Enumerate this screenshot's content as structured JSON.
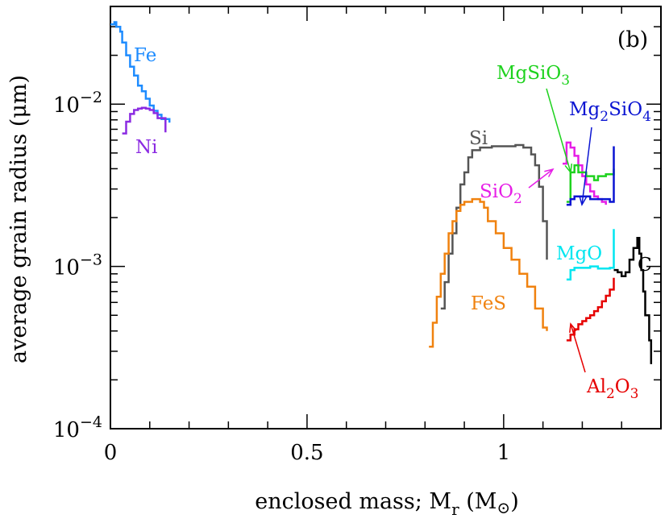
{
  "chart_data": {
    "type": "line",
    "panel_label": "(b)",
    "xlabel": "enclosed mass; M_r (M_⊙)",
    "ylabel": "average grain radius (μm)",
    "xlim": [
      0,
      1.4
    ],
    "ylim": [
      0.0001,
      0.04
    ],
    "y_scale": "log",
    "x_ticks": [
      0,
      0.5,
      1
    ],
    "x_tick_labels": [
      "0",
      "0.5",
      "1"
    ],
    "y_ticks": [
      0.0001,
      0.001,
      0.01
    ],
    "y_tick_labels": [
      {
        "base": "10",
        "exp": "−4"
      },
      {
        "base": "10",
        "exp": "−3"
      },
      {
        "base": "10",
        "exp": "−2"
      }
    ],
    "series": [
      {
        "name": "Fe",
        "color": "#1e8cff",
        "points": [
          [
            0.0,
            0.031
          ],
          [
            0.01,
            0.032
          ],
          [
            0.015,
            0.03
          ],
          [
            0.025,
            0.028
          ],
          [
            0.03,
            0.024
          ],
          [
            0.04,
            0.02
          ],
          [
            0.05,
            0.017
          ],
          [
            0.06,
            0.015
          ],
          [
            0.07,
            0.013
          ],
          [
            0.08,
            0.012
          ],
          [
            0.09,
            0.0108
          ],
          [
            0.1,
            0.0098
          ],
          [
            0.11,
            0.0091
          ],
          [
            0.12,
            0.0086
          ],
          [
            0.13,
            0.0081
          ],
          [
            0.15,
            0.0077
          ]
        ]
      },
      {
        "name": "Ni",
        "color": "#8b2be2",
        "points": [
          [
            0.03,
            0.0066
          ],
          [
            0.04,
            0.0078
          ],
          [
            0.05,
            0.0087
          ],
          [
            0.06,
            0.0092
          ],
          [
            0.07,
            0.0094
          ],
          [
            0.08,
            0.0095
          ],
          [
            0.09,
            0.0094
          ],
          [
            0.1,
            0.0092
          ],
          [
            0.11,
            0.0088
          ],
          [
            0.12,
            0.0082
          ],
          [
            0.14,
            0.0067
          ]
        ]
      },
      {
        "name": "Si",
        "color": "#555555",
        "points": [
          [
            0.84,
            0.00055
          ],
          [
            0.85,
            0.0008
          ],
          [
            0.86,
            0.0012
          ],
          [
            0.87,
            0.0016
          ],
          [
            0.88,
            0.0023
          ],
          [
            0.89,
            0.0032
          ],
          [
            0.9,
            0.0038
          ],
          [
            0.91,
            0.0047
          ],
          [
            0.92,
            0.0052
          ],
          [
            0.94,
            0.0054
          ],
          [
            0.97,
            0.0055
          ],
          [
            1.0,
            0.0055
          ],
          [
            1.03,
            0.0056
          ],
          [
            1.05,
            0.0054
          ],
          [
            1.07,
            0.0049
          ],
          [
            1.08,
            0.0042
          ],
          [
            1.09,
            0.0031
          ],
          [
            1.1,
            0.0019
          ],
          [
            1.11,
            0.0011
          ]
        ]
      },
      {
        "name": "FeS",
        "color": "#f0820f",
        "points": [
          [
            0.81,
            0.00032
          ],
          [
            0.82,
            0.00045
          ],
          [
            0.83,
            0.00065
          ],
          [
            0.84,
            0.0009
          ],
          [
            0.85,
            0.0012
          ],
          [
            0.86,
            0.0016
          ],
          [
            0.87,
            0.0019
          ],
          [
            0.88,
            0.0022
          ],
          [
            0.89,
            0.0024
          ],
          [
            0.9,
            0.0025
          ],
          [
            0.92,
            0.0026
          ],
          [
            0.94,
            0.0025
          ],
          [
            0.95,
            0.0023
          ],
          [
            0.96,
            0.0019
          ],
          [
            0.98,
            0.0016
          ],
          [
            1.0,
            0.0013
          ],
          [
            1.02,
            0.0011
          ],
          [
            1.04,
            0.0009
          ],
          [
            1.06,
            0.00075
          ],
          [
            1.08,
            0.00055
          ],
          [
            1.1,
            0.00042
          ],
          [
            1.11,
            0.0004
          ]
        ]
      },
      {
        "name": "SiO2",
        "label_parts": [
          {
            "t": "SiO"
          },
          {
            "t": "2",
            "sub": true
          }
        ],
        "color": "#e61ee6",
        "points": [
          [
            1.15,
            0.0043
          ],
          [
            1.16,
            0.0058
          ],
          [
            1.17,
            0.0054
          ],
          [
            1.18,
            0.0048
          ],
          [
            1.19,
            0.0042
          ],
          [
            1.2,
            0.0036
          ],
          [
            1.21,
            0.0032
          ],
          [
            1.22,
            0.0029
          ],
          [
            1.23,
            0.0027
          ],
          [
            1.24,
            0.0026
          ],
          [
            1.25,
            0.0025
          ],
          [
            1.26,
            0.0024
          ]
        ]
      },
      {
        "name": "MgSiO3",
        "label_parts": [
          {
            "t": "MgSiO"
          },
          {
            "t": "3",
            "sub": true
          }
        ],
        "color": "#1ed21e",
        "points": [
          [
            1.16,
            0.0025
          ],
          [
            1.17,
            0.0038
          ],
          [
            1.18,
            0.0042
          ],
          [
            1.19,
            0.0038
          ],
          [
            1.21,
            0.0036
          ],
          [
            1.23,
            0.0034
          ],
          [
            1.24,
            0.0036
          ],
          [
            1.26,
            0.0037
          ],
          [
            1.28,
            0.004
          ]
        ]
      },
      {
        "name": "Mg2SiO4",
        "label_parts": [
          {
            "t": "Mg"
          },
          {
            "t": "2",
            "sub": true
          },
          {
            "t": "SiO"
          },
          {
            "t": "4",
            "sub": true
          }
        ],
        "color": "#0a14d2",
        "points": [
          [
            1.16,
            0.0024
          ],
          [
            1.17,
            0.0026
          ],
          [
            1.18,
            0.0027
          ],
          [
            1.2,
            0.0027
          ],
          [
            1.22,
            0.0026
          ],
          [
            1.24,
            0.0026
          ],
          [
            1.26,
            0.0026
          ],
          [
            1.27,
            0.0025
          ],
          [
            1.28,
            0.0055
          ]
        ]
      },
      {
        "name": "MgO",
        "color": "#00e6f0",
        "points": [
          [
            1.16,
            0.00083
          ],
          [
            1.17,
            0.00095
          ],
          [
            1.18,
            0.00098
          ],
          [
            1.2,
            0.00098
          ],
          [
            1.22,
            0.001
          ],
          [
            1.24,
            0.00097
          ],
          [
            1.26,
            0.00097
          ],
          [
            1.27,
            0.00098
          ],
          [
            1.28,
            0.0017
          ]
        ]
      },
      {
        "name": "Al2O3",
        "label_parts": [
          {
            "t": "Al"
          },
          {
            "t": "2",
            "sub": true
          },
          {
            "t": "O"
          },
          {
            "t": "3",
            "sub": true
          }
        ],
        "color": "#e60000",
        "points": [
          [
            1.16,
            0.00035
          ],
          [
            1.17,
            0.00038
          ],
          [
            1.18,
            0.00041
          ],
          [
            1.19,
            0.00044
          ],
          [
            1.2,
            0.00046
          ],
          [
            1.21,
            0.00048
          ],
          [
            1.22,
            0.0005
          ],
          [
            1.23,
            0.00053
          ],
          [
            1.24,
            0.00056
          ],
          [
            1.25,
            0.00061
          ],
          [
            1.26,
            0.00066
          ],
          [
            1.27,
            0.00072
          ],
          [
            1.28,
            0.00085
          ]
        ]
      },
      {
        "name": "C",
        "color": "#000000",
        "points": [
          [
            1.28,
            0.00095
          ],
          [
            1.29,
            0.00092
          ],
          [
            1.3,
            0.00087
          ],
          [
            1.31,
            0.00092
          ],
          [
            1.32,
            0.0011
          ],
          [
            1.33,
            0.0013
          ],
          [
            1.34,
            0.0015
          ],
          [
            1.345,
            0.0012
          ],
          [
            1.35,
            0.00095
          ],
          [
            1.355,
            0.0007
          ],
          [
            1.36,
            0.0005
          ],
          [
            1.37,
            0.00035
          ],
          [
            1.375,
            0.00025
          ]
        ]
      }
    ]
  }
}
